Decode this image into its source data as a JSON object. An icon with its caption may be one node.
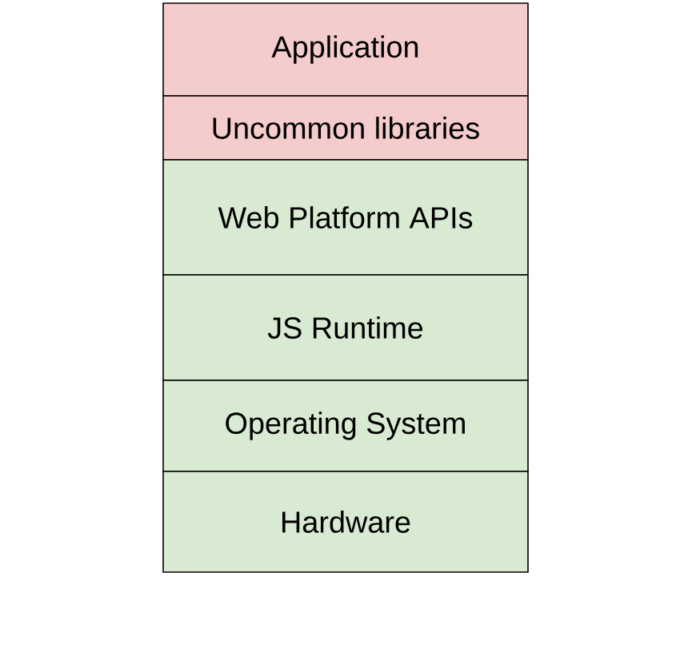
{
  "diagram": {
    "nodes": [
      {
        "text": [
          "Application"
        ]
      },
      {
        "text": [
          "Uncommon libraries"
        ]
      },
      {
        "text": [
          "Web Platform APIs"
        ]
      },
      {
        "text": [
          "JS Runtime"
        ]
      },
      {
        "text": [
          "Operating System"
        ]
      },
      {
        "text": [
          "Hardware"
        ]
      }
    ]
  }
}
